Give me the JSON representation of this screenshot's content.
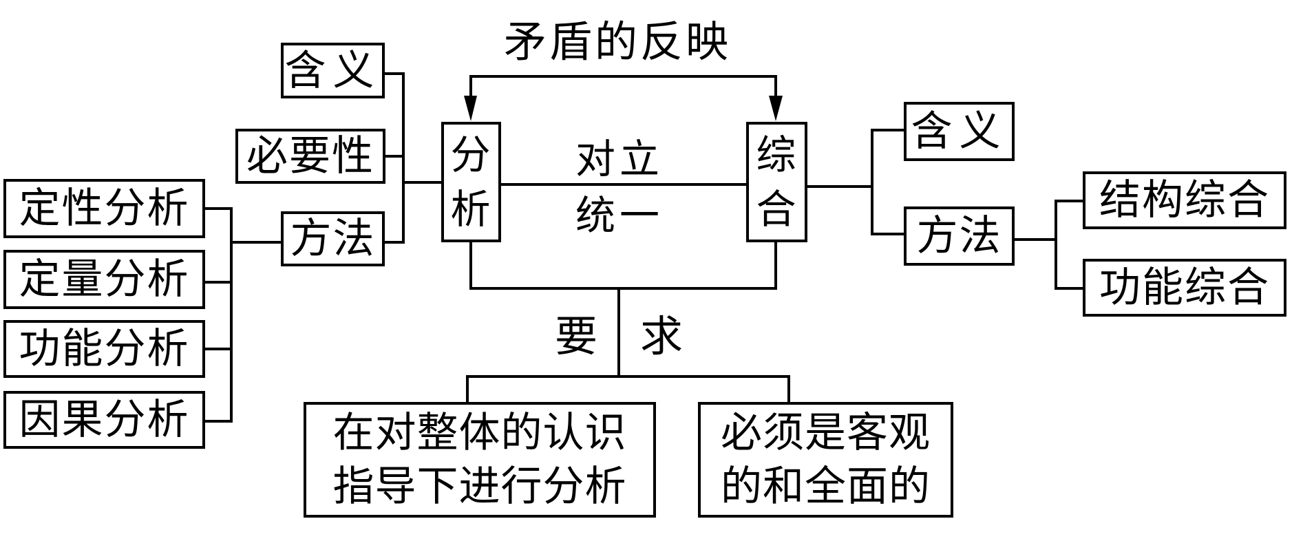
{
  "title": "矛盾的反映",
  "relation": {
    "line1": "对立",
    "line2": "统一"
  },
  "center": {
    "analysis": [
      "分",
      "析"
    ],
    "synthesis": [
      "综",
      "合"
    ]
  },
  "analysis_branch": {
    "meaning": "含义",
    "necessity": "必要性",
    "method": "方法",
    "methods": [
      "定性分析",
      "定量分析",
      "功能分析",
      "因果分析"
    ]
  },
  "synthesis_branch": {
    "meaning": "含义",
    "method": "方法",
    "methods": [
      "结构综合",
      "功能综合"
    ]
  },
  "requirement": {
    "label_left": "要",
    "label_right": "求",
    "items": [
      {
        "line1": "在对整体的认识",
        "line2": "指导下进行分析"
      },
      {
        "line1": "必须是客观",
        "line2": "的和全面的"
      }
    ]
  },
  "colors": {
    "line": "#000000",
    "background": "#ffffff"
  }
}
